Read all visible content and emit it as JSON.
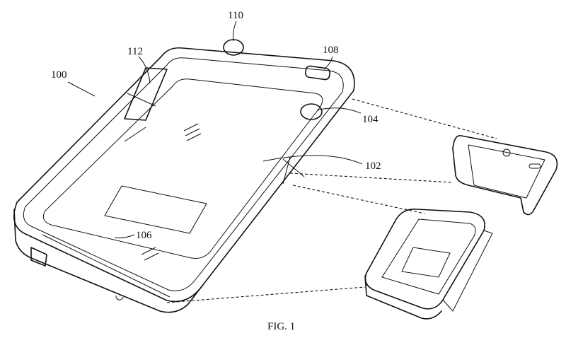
{
  "figure": {
    "caption": "FIG. 1",
    "reference_numerals": {
      "assembly": "100",
      "case_body": "102",
      "opening_104": "104",
      "connector_area": "106",
      "opening_108": "108",
      "opening_110": "110",
      "side_opening": "112"
    }
  }
}
